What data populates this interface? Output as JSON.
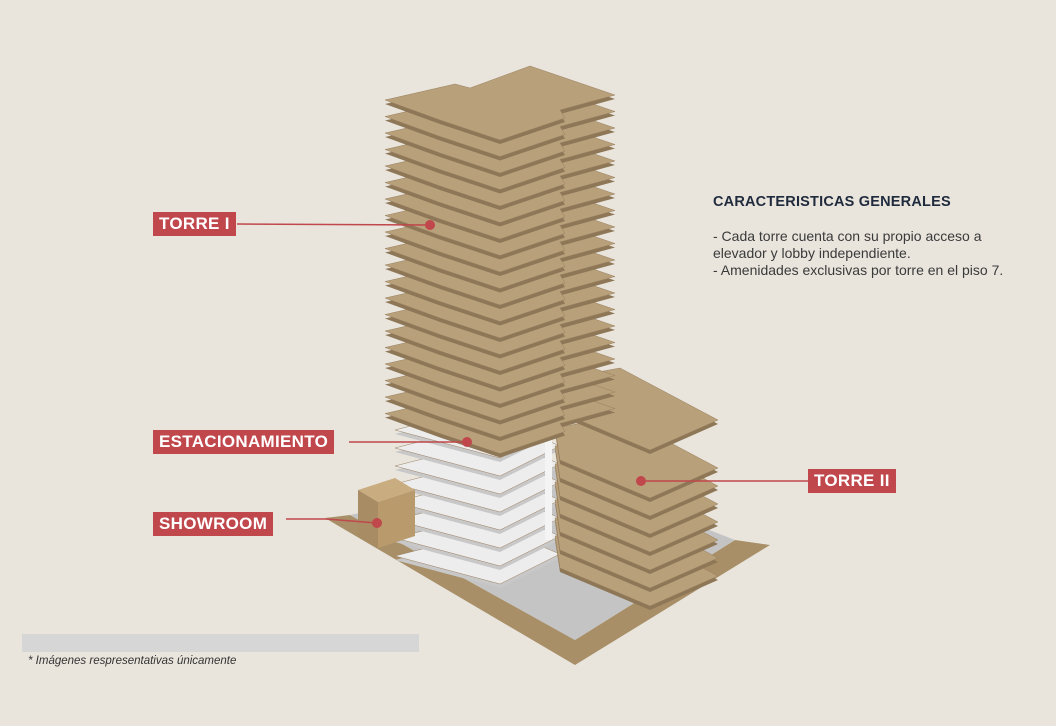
{
  "labels": {
    "torre_1": "TORRE I",
    "estacionamiento": "ESTACIONAMIENTO",
    "showroom": "SHOWROOM",
    "torre_2": "TORRE II"
  },
  "info": {
    "title": "CARACTERISTICAS GENERALES",
    "lines": [
      "- Cada torre cuenta con su propio acceso a",
      "elevador y lobby independiente.",
      "- Amenidades exclusivas por torre en el piso 7."
    ]
  },
  "footnote": "* Imágenes respresentativas únicamente",
  "colors": {
    "background": "#e9e5dd",
    "slab": "#b49a72",
    "label": "#c0474b",
    "parking": "#dcdcdc"
  }
}
